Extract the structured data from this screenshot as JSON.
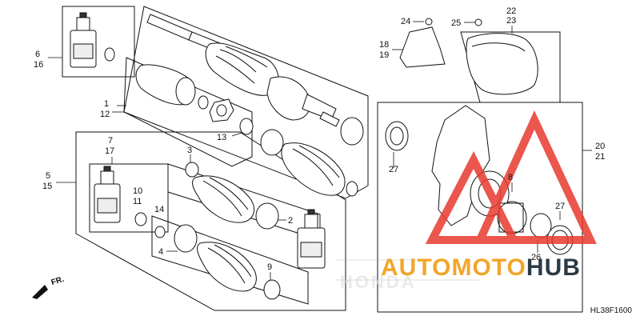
{
  "diagram": {
    "part_code": "HL38F1600",
    "direction_label": "FR.",
    "callouts": {
      "c6": "6",
      "c16": "16",
      "c1": "1",
      "c12": "12",
      "c13": "13",
      "c7": "7",
      "c17": "17",
      "c5": "5",
      "c15": "15",
      "c3": "3",
      "c10": "10",
      "c11": "11",
      "c14": "14",
      "c2": "2",
      "c4": "4",
      "c9": "9",
      "c24": "24",
      "c25": "25",
      "c22": "22",
      "c23": "23",
      "c18": "18",
      "c19": "19",
      "c20": "20",
      "c21": "21",
      "c27a": "27",
      "c8": "8",
      "c27b": "27",
      "c26": "26"
    }
  },
  "watermark": {
    "brand_part1": "AUTOMOTO",
    "brand_part2": "HUB",
    "maker": "HONDA",
    "accent_color": "#e8392f",
    "orange_color": "#f3a52a",
    "dark_color": "#2b3a44"
  }
}
